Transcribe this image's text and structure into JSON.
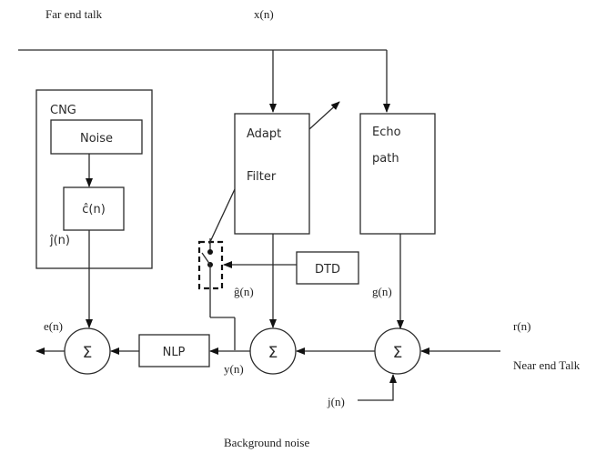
{
  "labels": {
    "far_end_talk": "Far end talk",
    "x_n": "x(n)",
    "near_end_talk": "Near end Talk",
    "r_n": "r(n)",
    "background_noise": "Background noise",
    "g_n": "g(n)",
    "g_hat_n": "ĝ(n)",
    "y_n": "y(n)",
    "e_n": "e(n)",
    "j_n": "j(n)",
    "j_hat_n": "ĵ(n)"
  },
  "blocks": {
    "cng": "CNG",
    "noise": "Noise",
    "c_hat": "ĉ(n)",
    "adapt_filter_line1": "Adapt",
    "adapt_filter_line2": "Filter",
    "echo_path_line1": "Echo",
    "echo_path_line2": "path",
    "dtd": "DTD",
    "nlp": "NLP"
  },
  "summers": {
    "symbol": "Σ"
  }
}
